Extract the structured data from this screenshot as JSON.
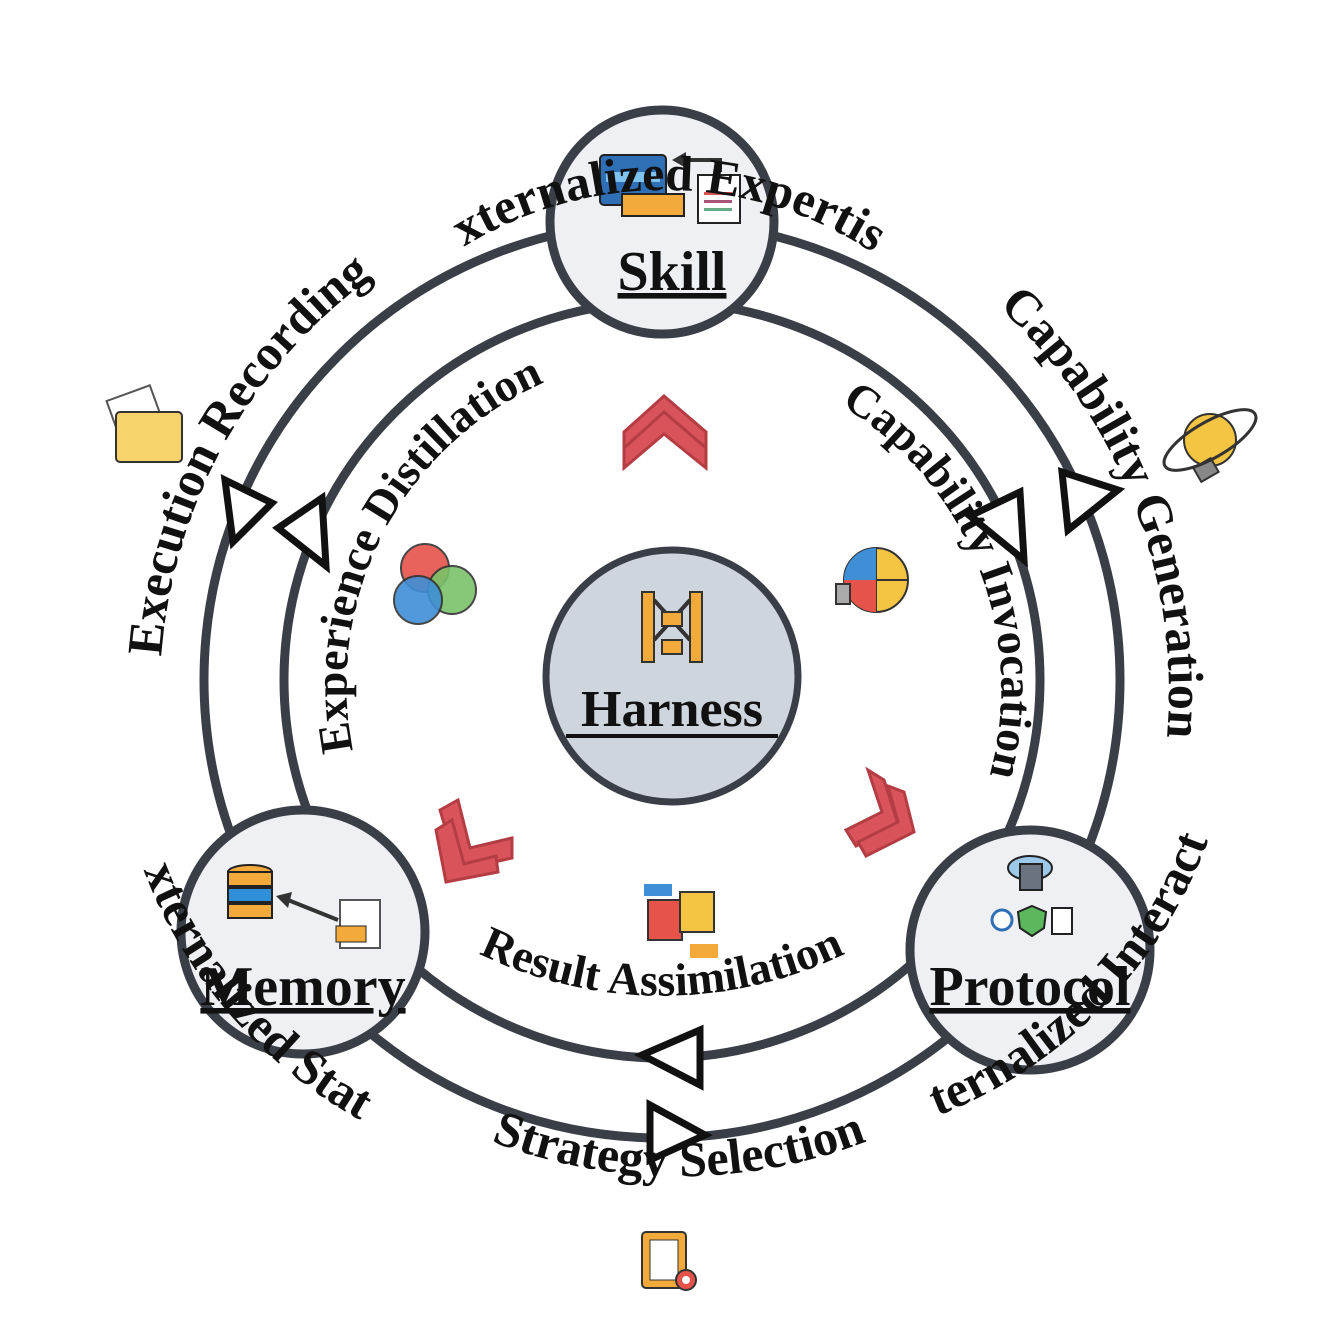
{
  "nodes": {
    "skill": {
      "label": "Skill",
      "icon": "skills-document-icon"
    },
    "memory": {
      "label": "Memory",
      "icon": "database-log-icon"
    },
    "protocol": {
      "label": "Protocol",
      "icon": "cloud-database-network-icon"
    },
    "harness": {
      "label": "Harness",
      "icon": "harness-icon"
    }
  },
  "outer_labels": {
    "externalized_expertise": "Externalized Expertise",
    "execution_recording": "Execution Recording",
    "capability_generation": "Capability Generation",
    "externalized_interaction": "Externalized Interaction",
    "externalized_state": "Externalized State",
    "strategy_selection": "Strategy Selection"
  },
  "inner_labels": {
    "experience_distillation": "Experience Distillation",
    "capability_invocation": "Capability Invocation",
    "result_assimilation": "Result Assimilation"
  },
  "icons": {
    "execution_recording": "folder-documents-icon",
    "capability_generation": "lightbulb-atom-icon",
    "experience_distillation": "venn-gear-icon",
    "capability_invocation": "puzzle-bulb-icon",
    "result_assimilation": "puzzle-hands-icon",
    "strategy_selection": "clipboard-target-icon"
  },
  "colors": {
    "ring_stroke": "#3a3f47",
    "node_fill": "#eef0f3",
    "hub_fill": "#cfd5dd",
    "chevron": "#d9545a",
    "chevron_dark": "#b43d44"
  }
}
